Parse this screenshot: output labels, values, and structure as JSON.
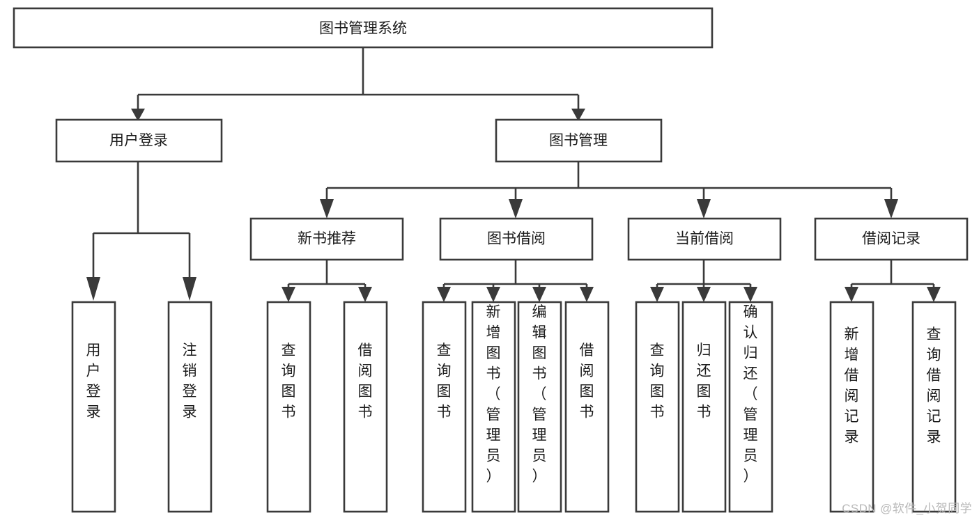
{
  "diagram": {
    "title": "图书管理系统",
    "type": "tree",
    "watermark": "CSDN @软件_小贺同学",
    "colors": {
      "stroke": "#3a3a3a",
      "fill": "#ffffff",
      "text": "#1b1b1b",
      "watermark": "#b9b9b9"
    },
    "root": {
      "id": "root",
      "label": "图书管理系统"
    },
    "level2": [
      {
        "id": "user-login",
        "label": "用户登录"
      },
      {
        "id": "book-manage",
        "label": "图书管理"
      }
    ],
    "level3": [
      {
        "id": "new-book-recommend",
        "label": "新书推荐",
        "parent": "book-manage"
      },
      {
        "id": "book-borrow",
        "label": "图书借阅",
        "parent": "book-manage"
      },
      {
        "id": "current-borrow",
        "label": "当前借阅",
        "parent": "book-manage"
      },
      {
        "id": "borrow-record",
        "label": "借阅记录",
        "parent": "book-manage"
      }
    ],
    "leaves": {
      "user-login": [
        {
          "id": "leaf-user-login",
          "label": "用户登录"
        },
        {
          "id": "leaf-logout-login",
          "label": "注销登录"
        }
      ],
      "new-book-recommend": [
        {
          "id": "leaf-query-book-1",
          "label": "查询图书"
        },
        {
          "id": "leaf-borrow-book-1",
          "label": "借阅图书"
        }
      ],
      "book-borrow": [
        {
          "id": "leaf-query-book-2",
          "label": "查询图书"
        },
        {
          "id": "leaf-add-book",
          "label": "新增图书（管理员）"
        },
        {
          "id": "leaf-edit-book",
          "label": "编辑图书（管理员）"
        },
        {
          "id": "leaf-borrow-book-2",
          "label": "借阅图书"
        }
      ],
      "current-borrow": [
        {
          "id": "leaf-query-book-3",
          "label": "查询图书"
        },
        {
          "id": "leaf-return-book",
          "label": "归还图书"
        },
        {
          "id": "leaf-confirm-return",
          "label": "确认归还（管理员）"
        }
      ],
      "borrow-record": [
        {
          "id": "leaf-add-record",
          "label": "新增借阅记录"
        },
        {
          "id": "leaf-query-record",
          "label": "查询借阅记录"
        }
      ]
    }
  }
}
